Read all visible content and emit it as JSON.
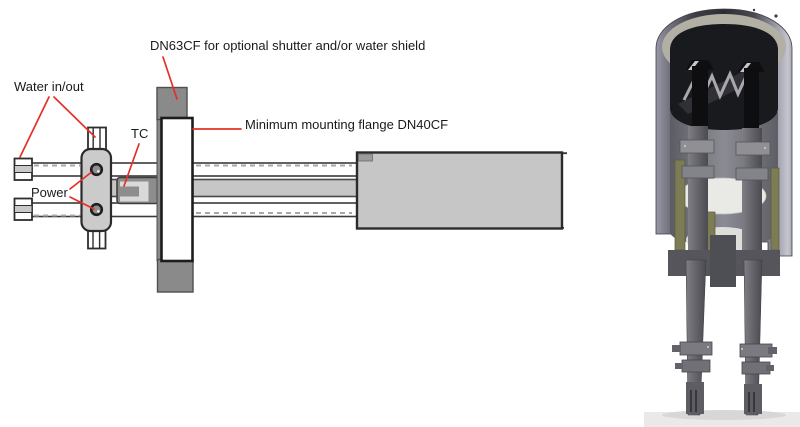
{
  "diagram": {
    "labels": {
      "dn63cf_port": "DN63CF for optional shutter and/or water shield",
      "water_in_out": "Water in/out",
      "thermocouple": "TC",
      "power": "Power",
      "mounting_flange": "Minimum mounting flange DN40CF"
    },
    "colors": {
      "leader_line": "#e23127",
      "outline": "#2b2b2b",
      "component_light_gray": "#c6c6c6",
      "component_mid_gray": "#8d8d8d",
      "label_text": "#1a1a1a",
      "render_shell_dark": "#2c2c32",
      "render_rim_beige": "#b2afa4",
      "render_olive": "#7c7c55",
      "floor_band": "#e9e9e9"
    }
  }
}
